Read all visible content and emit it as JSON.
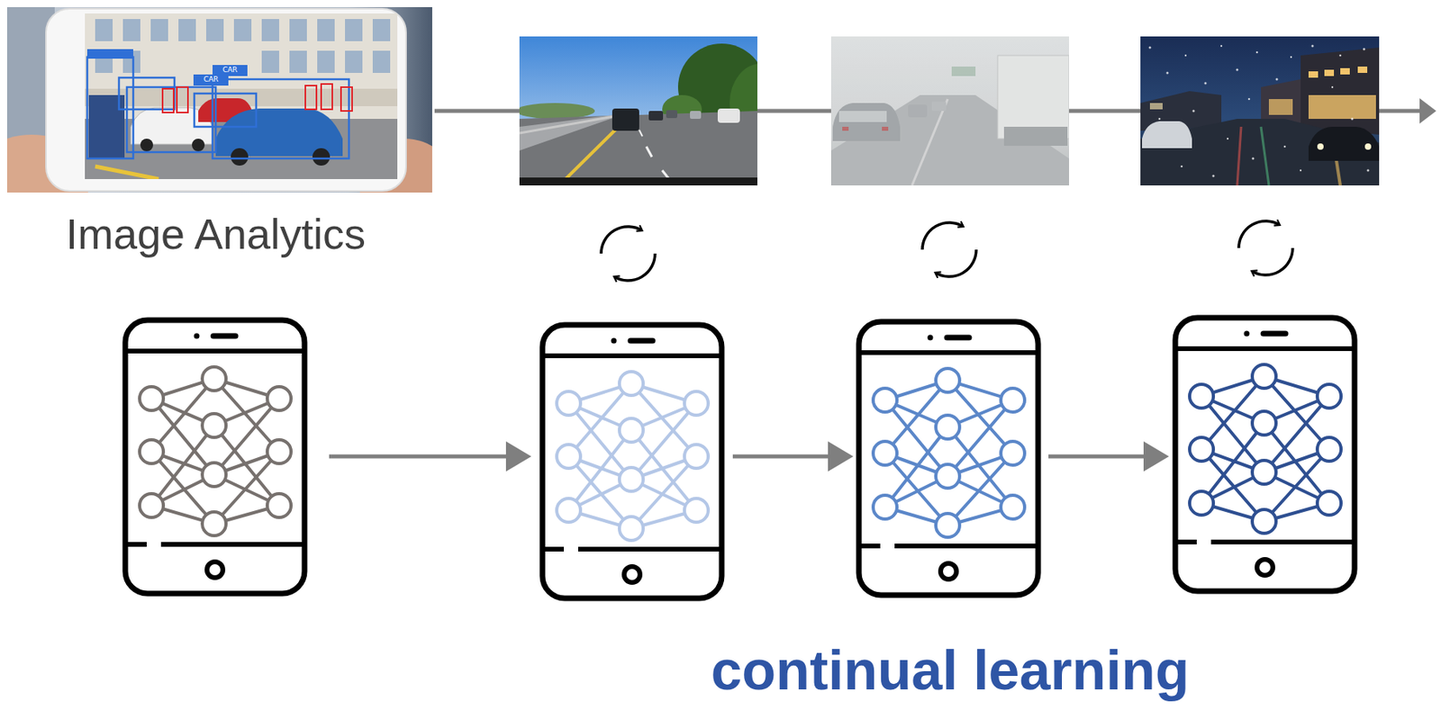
{
  "diagram": {
    "labels": [
      "CAR",
      "CAR",
      "Image Analytics",
      "continual learning"
    ]
  }
}
